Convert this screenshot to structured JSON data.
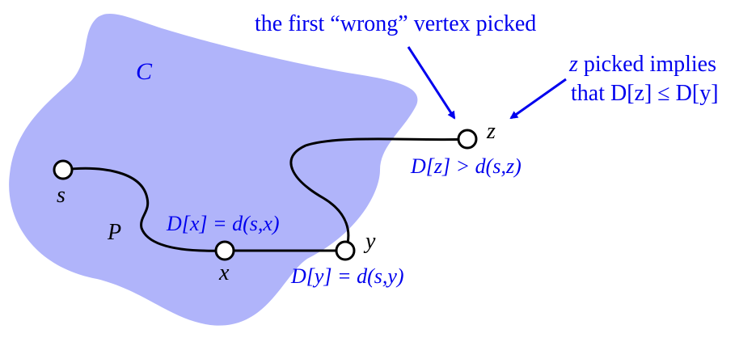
{
  "colors": {
    "region_fill": "#b0b4fa",
    "accent_blue": "#0000ee",
    "path_black": "#000000",
    "vertex_fill": "#ffffff"
  },
  "region_label": "C",
  "path_label": "P",
  "vertices": {
    "s": "s",
    "x": "x",
    "y": "y",
    "z": "z"
  },
  "equations": {
    "x_eq": "D[x] = d(s,x)",
    "y_eq": "D[y] = d(s,y)",
    "z_ineq": "D[z] > d(s,z)"
  },
  "annotations": {
    "first_wrong": "the first “wrong” vertex picked",
    "z_picked_line1_var": "z",
    "z_picked_line1_rest": " picked implies",
    "z_picked_line2": "that D[z] ≤ D[y]"
  }
}
